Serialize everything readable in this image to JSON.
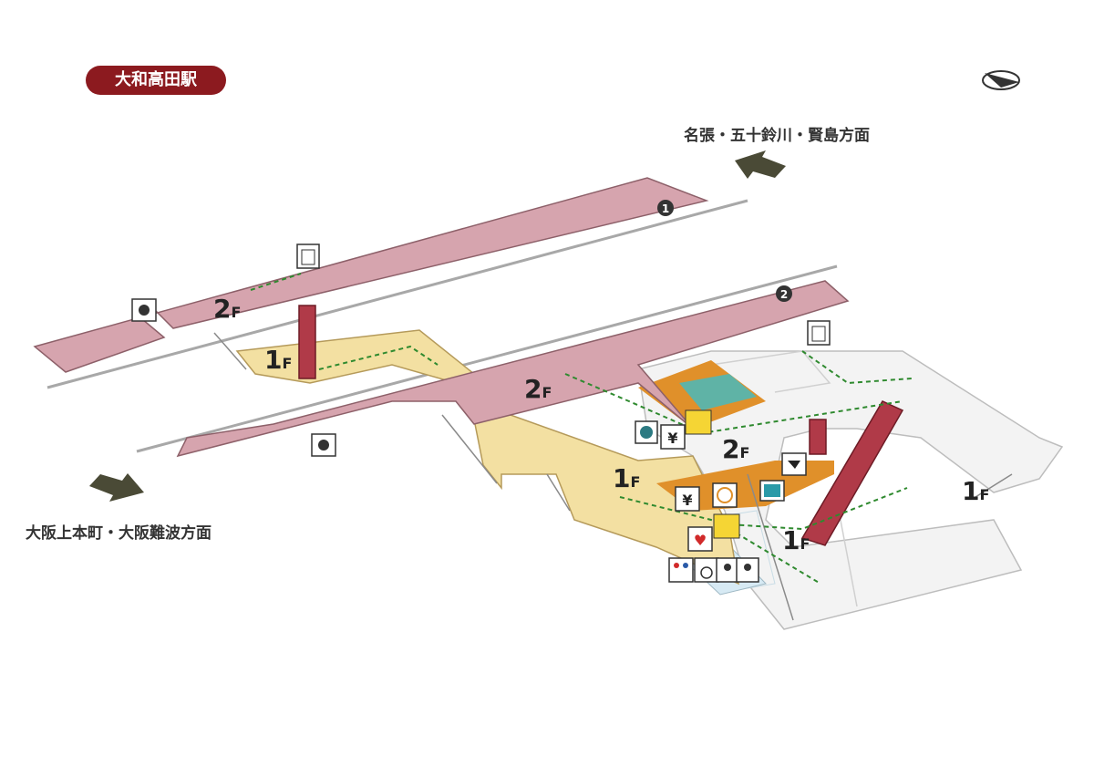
{
  "station_name": "大和高田駅",
  "directions": {
    "east": "名張・五十鈴川・賢島方面",
    "west": "大阪上本町・大阪難波方面"
  },
  "platforms": [
    {
      "number": "1"
    },
    {
      "number": "2"
    }
  ],
  "floor_labels": {
    "upper_left_2f": "2",
    "upper_left_1f": "1",
    "center_2f": "2",
    "right_2f": "2",
    "center_1f": "1",
    "lower_right_1f": "1",
    "far_right_1f": "1",
    "suffix": "F"
  },
  "icons": {
    "yen_symbol": "¥"
  },
  "colors": {
    "platform": "#d6a4ae",
    "concourse_1f": "#f3e0a2",
    "ground": "#f2f2f2",
    "ticket_area": "#e0902a",
    "teal_area": "#5fb3a6",
    "elevator": "#b03a48",
    "badge": "#8c1a1f",
    "route": "#2f8a2f"
  }
}
